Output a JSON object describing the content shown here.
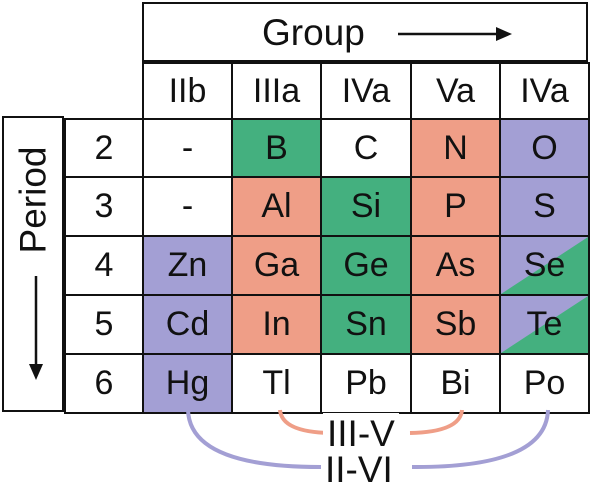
{
  "colors": {
    "green": "#44b07f",
    "salmon": "#ef9e87",
    "lavender": "#a39fd4",
    "line": "#111111"
  },
  "header": {
    "group_label": "Group",
    "period_label": "Period"
  },
  "groups": [
    "IIb",
    "IIIa",
    "IVa",
    "Va",
    "IVa"
  ],
  "periods": [
    "2",
    "3",
    "4",
    "5",
    "6"
  ],
  "grid": [
    [
      {
        "t": "-",
        "c": "none"
      },
      {
        "t": "B",
        "c": "green"
      },
      {
        "t": "C",
        "c": "none"
      },
      {
        "t": "N",
        "c": "salmon"
      },
      {
        "t": "O",
        "c": "lavender"
      }
    ],
    [
      {
        "t": "-",
        "c": "none"
      },
      {
        "t": "Al",
        "c": "salmon"
      },
      {
        "t": "Si",
        "c": "green"
      },
      {
        "t": "P",
        "c": "salmon"
      },
      {
        "t": "S",
        "c": "lavender"
      }
    ],
    [
      {
        "t": "Zn",
        "c": "lavender"
      },
      {
        "t": "Ga",
        "c": "salmon"
      },
      {
        "t": "Ge",
        "c": "green"
      },
      {
        "t": "As",
        "c": "salmon"
      },
      {
        "t": "Se",
        "c": "lavender-green"
      }
    ],
    [
      {
        "t": "Cd",
        "c": "lavender"
      },
      {
        "t": "In",
        "c": "salmon"
      },
      {
        "t": "Sn",
        "c": "green"
      },
      {
        "t": "Sb",
        "c": "salmon"
      },
      {
        "t": "Te",
        "c": "lavender-green"
      }
    ],
    [
      {
        "t": "Hg",
        "c": "lavender"
      },
      {
        "t": "Tl",
        "c": "none"
      },
      {
        "t": "Pb",
        "c": "none"
      },
      {
        "t": "Bi",
        "c": "none"
      },
      {
        "t": "Po",
        "c": "none"
      }
    ]
  ],
  "bonds": {
    "iii_v": "III-V",
    "ii_vi": "II-VI"
  }
}
